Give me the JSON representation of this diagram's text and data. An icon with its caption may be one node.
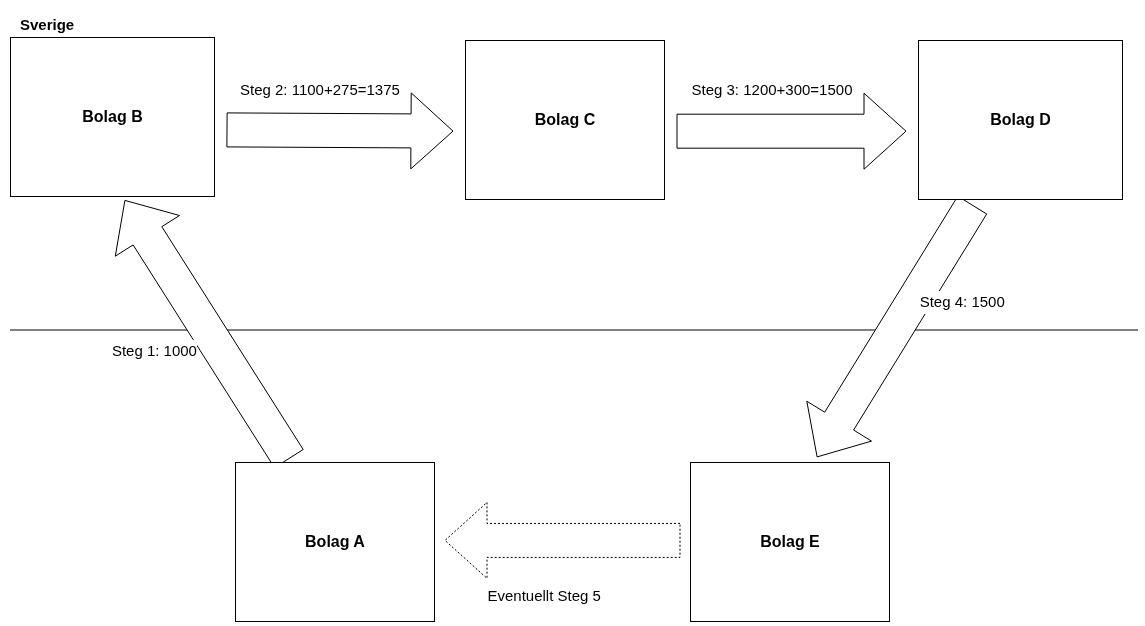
{
  "diagram": {
    "title": "Sverige",
    "nodes": [
      {
        "text": [
          "Bolag B"
        ]
      },
      {
        "text": [
          "Bolag C"
        ]
      },
      {
        "text": [
          "Bolag D"
        ]
      },
      {
        "text": [
          "Bolag A"
        ]
      },
      {
        "text": [
          "Bolag E"
        ]
      }
    ],
    "edges": [
      {
        "from": 3,
        "to": 0,
        "arrow": "to",
        "label": "Steg 1: 1000"
      },
      {
        "from": 0,
        "to": 1,
        "arrow": "to",
        "label": "Steg 2: 1100+275=1375"
      },
      {
        "from": 1,
        "to": 2,
        "arrow": "to",
        "label": "Steg 3: 1200+300=1500"
      },
      {
        "from": 2,
        "to": 4,
        "arrow": "to",
        "label": "Steg 4: 1500"
      },
      {
        "from": 4,
        "to": 3,
        "arrow": "to",
        "label": "Eventuellt Steg 5",
        "style": "dashed"
      }
    ]
  }
}
